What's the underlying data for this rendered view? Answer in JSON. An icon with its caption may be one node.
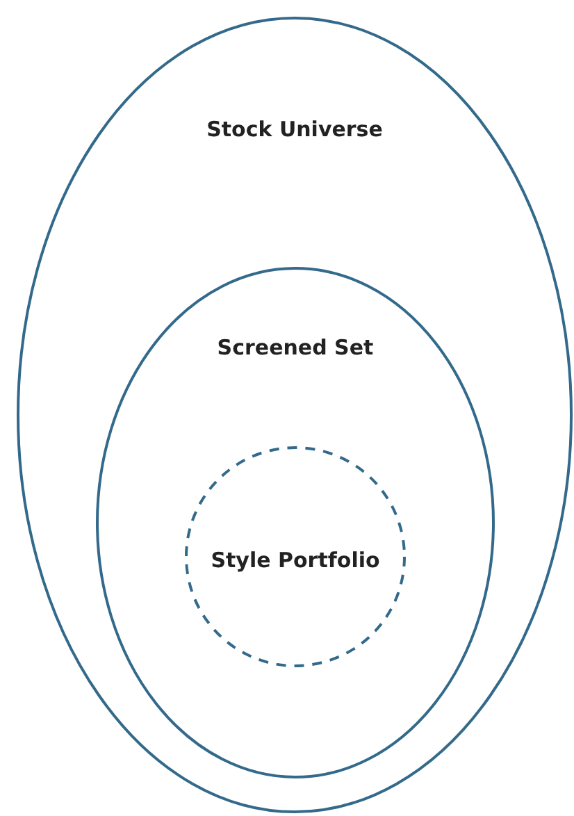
{
  "diagram": {
    "nodes": [
      {
        "text": [
          "Stock Universe"
        ]
      },
      {
        "text": [
          "Screened Set"
        ],
        "in": 0
      },
      {
        "text": [
          "Style Portfolio"
        ],
        "in": 1
      }
    ]
  }
}
